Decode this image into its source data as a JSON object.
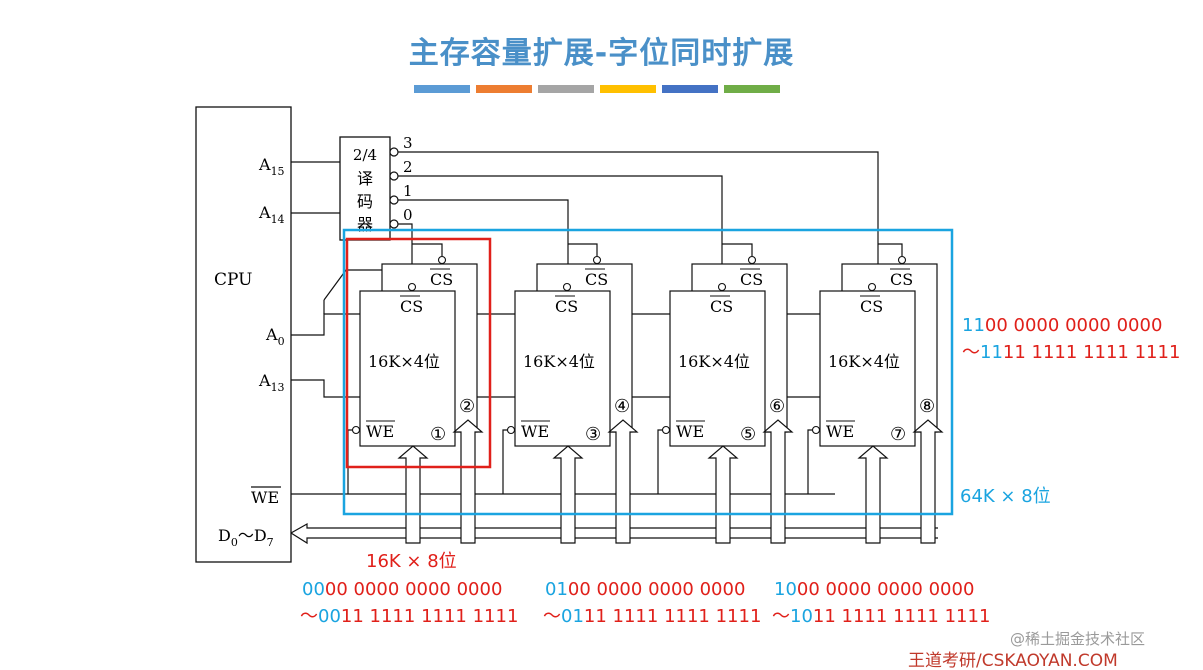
{
  "title": "主存容量扩展-字位同时扩展",
  "colors": {
    "title": "#4a90c8",
    "bar": [
      "#5b9bd5",
      "#ed7d31",
      "#a5a5a5",
      "#ffc000",
      "#4472c4",
      "#70ad47"
    ],
    "cyan": "#1aa4e0",
    "red": "#e0201a",
    "line": "#111111"
  },
  "cpu": {
    "label": "CPU",
    "pins": {
      "a15": [
        "A",
        "15"
      ],
      "a14": [
        "A",
        "14"
      ],
      "a0": [
        "A",
        "0"
      ],
      "a13": [
        "A",
        "13"
      ],
      "we": "WE",
      "data": [
        "D",
        "0",
        "～D",
        "7"
      ]
    }
  },
  "decoder": {
    "lines": [
      "2/4",
      "译",
      "码",
      "器"
    ],
    "outputs": [
      "3",
      "2",
      "1",
      "0"
    ]
  },
  "chips": {
    "label": "16K×4位",
    "cs": "CS",
    "we": "WE",
    "front_numbers": [
      "①",
      "③",
      "⑤",
      "⑦"
    ],
    "back_numbers": [
      "②",
      "④",
      "⑥",
      "⑧"
    ]
  },
  "annotations": {
    "red_box_label": "16K × 8位",
    "blue_box_label": "64K × 8位",
    "blue_range": {
      "line1_prefix": "11",
      "line1_rest": "00 0000 0000 0000",
      "line2_tilde": "～",
      "line2_prefix": "11",
      "line2_rest": "11 1111 1111 1111"
    },
    "ranges": [
      {
        "line1_prefix": "00",
        "line1_rest": "00 0000 0000 0000",
        "line2_tilde": "～",
        "line2_prefix": "00",
        "line2_rest": "11 1111 1111 1111"
      },
      {
        "line1_prefix": "01",
        "line1_rest": "00 0000 0000 0000",
        "line2_tilde": "～",
        "line2_prefix": "01",
        "line2_rest": "11 1111 1111 1111"
      },
      {
        "line1_prefix": "10",
        "line1_rest": "00 0000 0000 0000",
        "line2_tilde": "～",
        "line2_prefix": "10",
        "line2_rest": "11 1111 1111 1111"
      }
    ]
  },
  "watermarks": {
    "juejin": "@稀土掘金技术社区",
    "brand": "王道考研/CSKAOYAN.COM"
  }
}
